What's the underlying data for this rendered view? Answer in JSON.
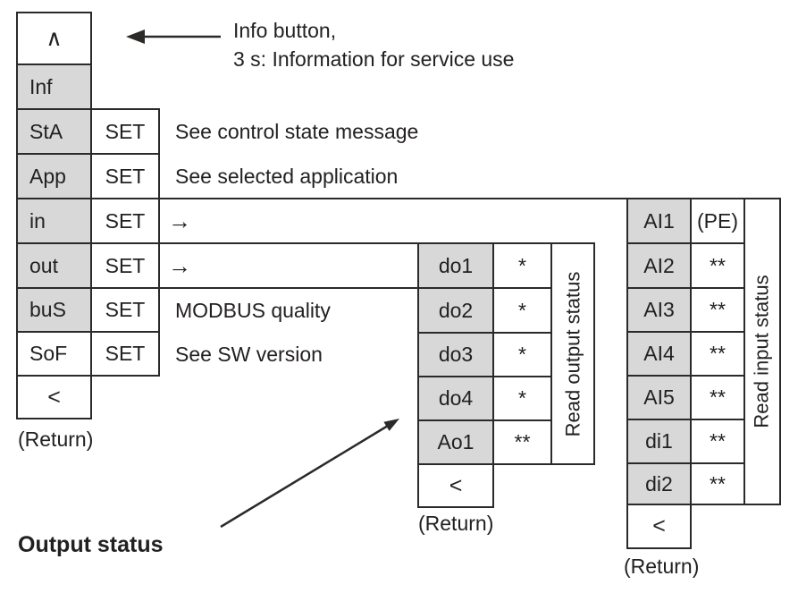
{
  "colors": {
    "cell_gray": "#d8d8d8",
    "line": "#2b2a29",
    "background": "#ffffff"
  },
  "info_note": {
    "line1": "Info button,",
    "line2": "3 s: Information for service use"
  },
  "output_status_note": "Output status",
  "left_menu": {
    "up_symbol": "∧",
    "set_label": "SET",
    "back_symbol": "<",
    "return_label": "(Return)",
    "items": [
      {
        "label": "Inf",
        "desc": ""
      },
      {
        "label": "StA",
        "desc": "See control state message"
      },
      {
        "label": "App",
        "desc": "See selected application"
      },
      {
        "label": "in",
        "desc": "→"
      },
      {
        "label": "out",
        "desc": "→"
      },
      {
        "label": "buS",
        "desc": "MODBUS quality"
      },
      {
        "label": "SoF",
        "desc": "See SW version"
      }
    ]
  },
  "output_menu": {
    "side_label": "Read output status",
    "back_symbol": "<",
    "return_label": "(Return)",
    "items": [
      {
        "label": "do1",
        "value": "*"
      },
      {
        "label": "do2",
        "value": "*"
      },
      {
        "label": "do3",
        "value": "*"
      },
      {
        "label": "do4",
        "value": "*"
      },
      {
        "label": "Ao1",
        "value": "**"
      }
    ]
  },
  "input_menu": {
    "side_label": "Read input status",
    "back_symbol": "<",
    "return_label": "(Return)",
    "items": [
      {
        "label": "AI1",
        "value": "(PE)"
      },
      {
        "label": "AI2",
        "value": "**"
      },
      {
        "label": "AI3",
        "value": "**"
      },
      {
        "label": "AI4",
        "value": "**"
      },
      {
        "label": "AI5",
        "value": "**"
      },
      {
        "label": "di1",
        "value": "**"
      },
      {
        "label": "di2",
        "value": "**"
      }
    ]
  }
}
